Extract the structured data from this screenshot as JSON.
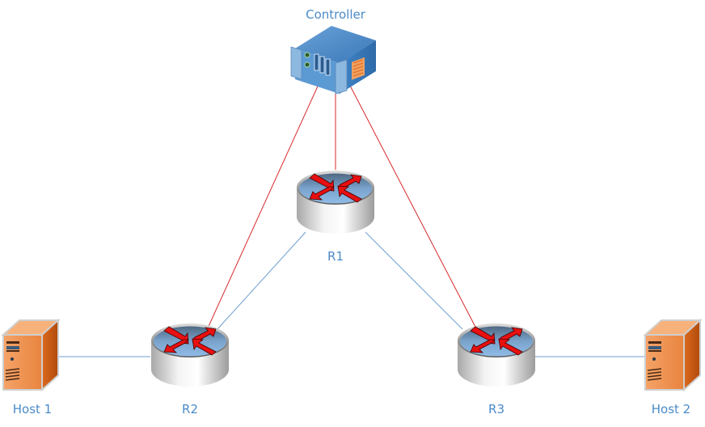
{
  "diagram": {
    "nodes": {
      "controller": {
        "label": "Controller",
        "type": "server-rack"
      },
      "r1": {
        "label": "R1",
        "type": "router"
      },
      "r2": {
        "label": "R2",
        "type": "router"
      },
      "r3": {
        "label": "R3",
        "type": "router"
      },
      "host1": {
        "label": "Host 1",
        "type": "host-tower"
      },
      "host2": {
        "label": "Host 2",
        "type": "host-tower"
      }
    },
    "links": [
      {
        "from": "controller",
        "to": "r1",
        "kind": "control",
        "color": "#d8282a"
      },
      {
        "from": "controller",
        "to": "r2",
        "kind": "control",
        "color": "#d8282a"
      },
      {
        "from": "controller",
        "to": "r3",
        "kind": "control",
        "color": "#d8282a"
      },
      {
        "from": "r1",
        "to": "r2",
        "kind": "data",
        "color": "#6f9fd0"
      },
      {
        "from": "r1",
        "to": "r3",
        "kind": "data",
        "color": "#6f9fd0"
      },
      {
        "from": "host1",
        "to": "r2",
        "kind": "data",
        "color": "#6f9fd0"
      },
      {
        "from": "r3",
        "to": "host2",
        "kind": "data",
        "color": "#6f9fd0"
      }
    ],
    "colors": {
      "label": "#4a8ac8",
      "router_top": "#6e97c0",
      "router_body": "#d8d8d8",
      "arrow": "#e81010",
      "host": "#e57a2e",
      "controller": "#3f82c4"
    }
  }
}
